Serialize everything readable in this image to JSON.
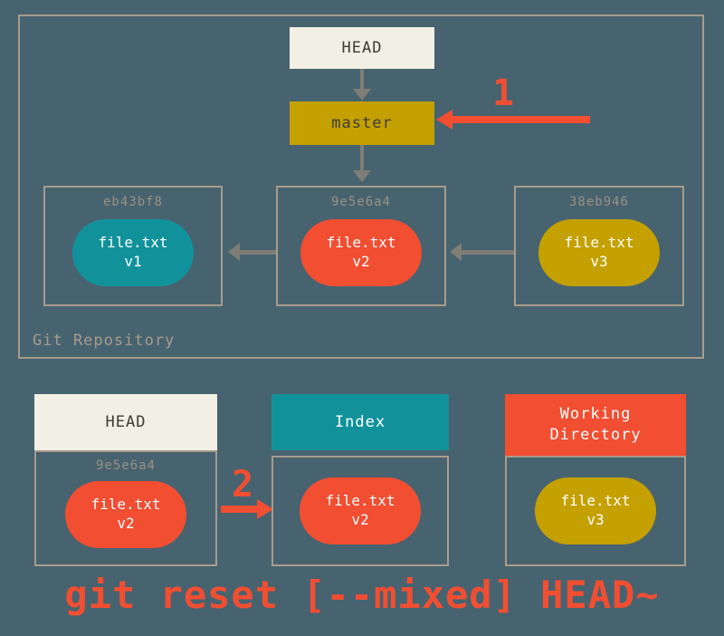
{
  "colors": {
    "background": "#476370",
    "border_tan": "#a79c8b",
    "arrow_gray": "#7e7e76",
    "head_box_bg": "#f2efe4",
    "branch_gold": "#c4a000",
    "blob_teal": "#11929b",
    "blob_red": "#f14e32",
    "blob_gold": "#c4a000",
    "accent_red": "#f14e32",
    "dark_text": "#3c3c34",
    "white_text": "#ffffff"
  },
  "repo": {
    "label": "Git Repository",
    "head_label": "HEAD",
    "branch_label": "master",
    "commits": [
      {
        "hash": "eb43bf8",
        "file": "file.txt",
        "version": "v1"
      },
      {
        "hash": "9e5e6a4",
        "file": "file.txt",
        "version": "v2"
      },
      {
        "hash": "38eb946",
        "file": "file.txt",
        "version": "v3"
      }
    ]
  },
  "steps": {
    "step1": "1",
    "step2": "2"
  },
  "areas": {
    "head": {
      "title": "HEAD",
      "hash": "9e5e6a4",
      "file": "file.txt",
      "version": "v2"
    },
    "index": {
      "title": "Index",
      "file": "file.txt",
      "version": "v2"
    },
    "workdir": {
      "title": "Working\nDirectory",
      "file": "file.txt",
      "version": "v3"
    }
  },
  "caption": "git reset [--mixed] HEAD~"
}
